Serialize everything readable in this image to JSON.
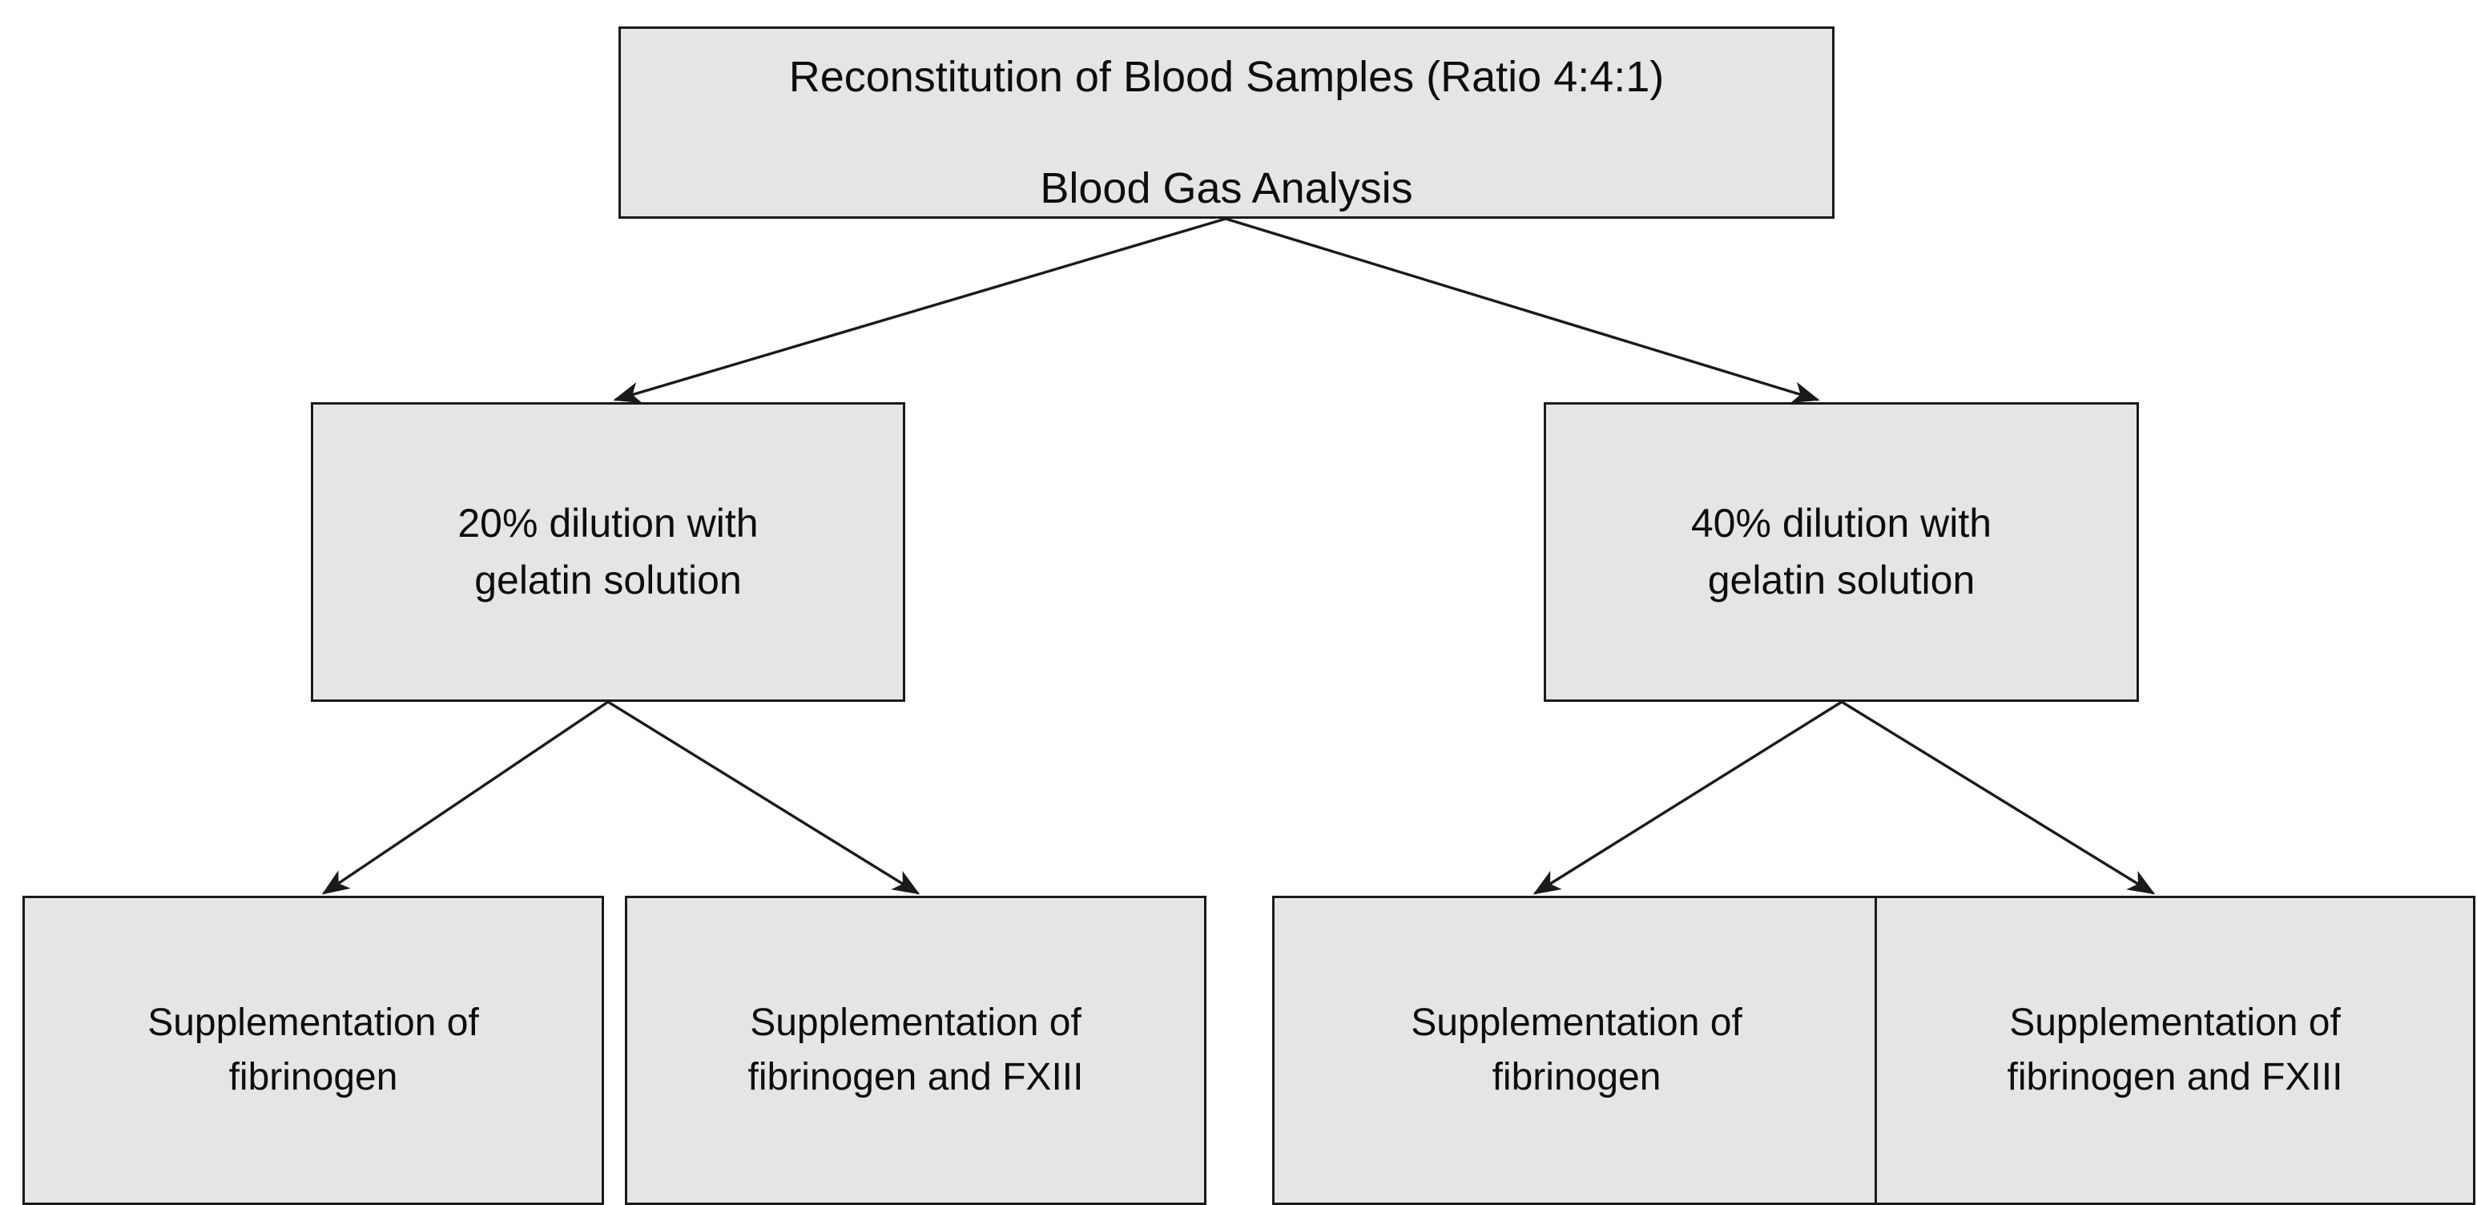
{
  "diagram": {
    "title_node": {
      "line1": "Reconstitution of Blood Samples (Ratio 4:4:1)",
      "line2": "Blood Gas Analysis"
    },
    "branches": [
      {
        "id": "dilution-20",
        "line1": "20% dilution with",
        "line2": "gelatin solution"
      },
      {
        "id": "dilution-40",
        "line1": "40% dilution with",
        "line2": "gelatin solution"
      }
    ],
    "leaves": [
      {
        "id": "leaf-1",
        "line1": "Supplementation of",
        "line2": "fibrinogen"
      },
      {
        "id": "leaf-2",
        "line1": "Supplementation of",
        "line2": "fibrinogen and FXIII"
      },
      {
        "id": "leaf-3",
        "line1": "Supplementation of",
        "line2": "fibrinogen"
      },
      {
        "id": "leaf-4",
        "line1": "Supplementation of",
        "line2": "fibrinogen and FXIII"
      }
    ],
    "style": {
      "box_fill": "#e5e5e5",
      "box_stroke": "#1a1a1a",
      "connector_stroke": "#1a1a1a",
      "text_color": "#0d0d0d",
      "background": "#ffffff"
    }
  }
}
